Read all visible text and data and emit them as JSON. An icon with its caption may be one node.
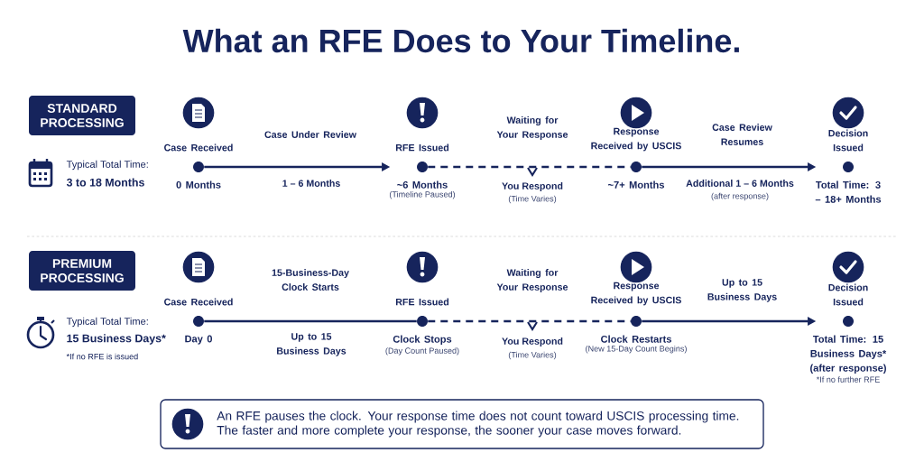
{
  "diagram": {
    "title": "What an RFE Does to Your Timeline.",
    "nodes": [
      {
        "text": [
          "STANDARD PROCESSING"
        ]
      },
      {
        "text": [
          "Case Received",
          "0 Months"
        ]
      },
      {
        "text": [
          "RFE Issued",
          "~6 Months",
          "(Timeline Paused)"
        ]
      },
      {
        "text": [
          "Response Received by USCIS",
          "~7+ Months"
        ]
      },
      {
        "text": [
          "Decision Issued",
          "Total Time: 3 – 18+ Months"
        ]
      },
      {
        "text": [
          "PREMIUM PROCESSING"
        ]
      },
      {
        "text": [
          "Case Received",
          "Day 0"
        ]
      },
      {
        "text": [
          "RFE Issued",
          "Clock Stops",
          "(Day Count Paused)"
        ]
      },
      {
        "text": [
          "Response Received by USCIS",
          "Clock Restarts",
          "(New 15-Day Count Begins)"
        ]
      },
      {
        "text": [
          "Decision Issued",
          "Total Time: 15 Business Days* (after response)",
          "*If no further RFE"
        ]
      },
      {
        "text": [
          "An RFE pauses the clock. Your response time does not count toward USCIS processing time. The faster and more complete your response, the sooner your case moves forward."
        ]
      }
    ],
    "edges": [
      {
        "from": 1,
        "to": 2,
        "arrow": "to",
        "label": "Case Under Review"
      },
      {
        "from": 2,
        "to": 3,
        "arrow": "none",
        "style": "dashed"
      },
      {
        "from": 3,
        "to": 4,
        "arrow": "to",
        "label": "Case Review Resumes"
      },
      {
        "from": 6,
        "to": 7,
        "arrow": "none",
        "label": "15-Business-Day Clock Starts"
      },
      {
        "from": 7,
        "to": 8,
        "arrow": "none",
        "style": "dashed"
      },
      {
        "from": 8,
        "to": 9,
        "arrow": "to",
        "label": "Up to 15 Business Days"
      }
    ],
    "labels": [
      "Typical Total Time:",
      "3 to 18 Months",
      "1 – 6 Months",
      "Waiting for Your Response",
      "You Respond",
      "(Time Varies)",
      "Additional 1 – 6 Months",
      "(after response)",
      "Typical Total Time:",
      "15 Business Days*",
      "*If no RFE is issued",
      "Up to 15 Business Days",
      "Waiting for Your Response",
      "You Respond",
      "(Time Varies)"
    ]
  }
}
